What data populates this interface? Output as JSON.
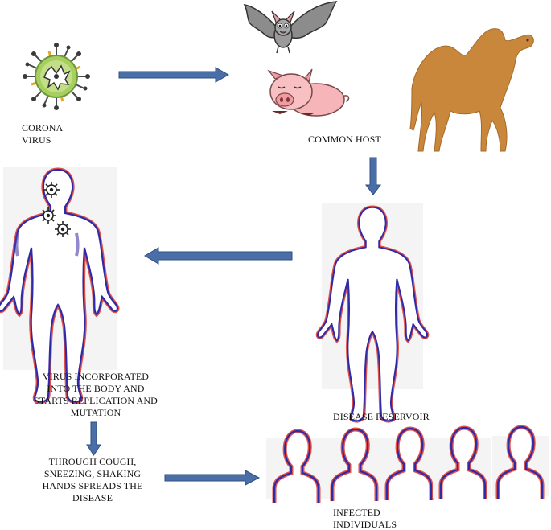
{
  "labels": {
    "virus": [
      "CORONA",
      "VIRUS"
    ],
    "host": "COMMON HOST",
    "incorporated": [
      "VIRUS INCORPORATED",
      "INTO THE BODY AND",
      "STARTS REPLICATION AND",
      "MUTATION"
    ],
    "reservoir": "DISEASE RESERVOIR",
    "spread": [
      "THROUGH COUGH,",
      "SNEEZING, SHAKING",
      "HANDS SPREADS THE",
      "DISEASE"
    ],
    "infected": [
      "INFECTED",
      "INDIVIDUALS"
    ]
  },
  "colors": {
    "arrow": "#4a6fa8",
    "arrow_edge": "#2f4f80",
    "body_outline_blue": "#2f2aa8",
    "body_outline_red": "#e0504a",
    "virus_core": "#9bc85a",
    "camel": "#c8873a",
    "pig": "#f6b5b8",
    "bat": "#8a8a8a"
  },
  "icons": [
    "corona-virus-icon",
    "bat-icon",
    "pig-icon",
    "camel-icon",
    "human-body-icon",
    "virus-particle-icon",
    "person-bust-icon"
  ]
}
